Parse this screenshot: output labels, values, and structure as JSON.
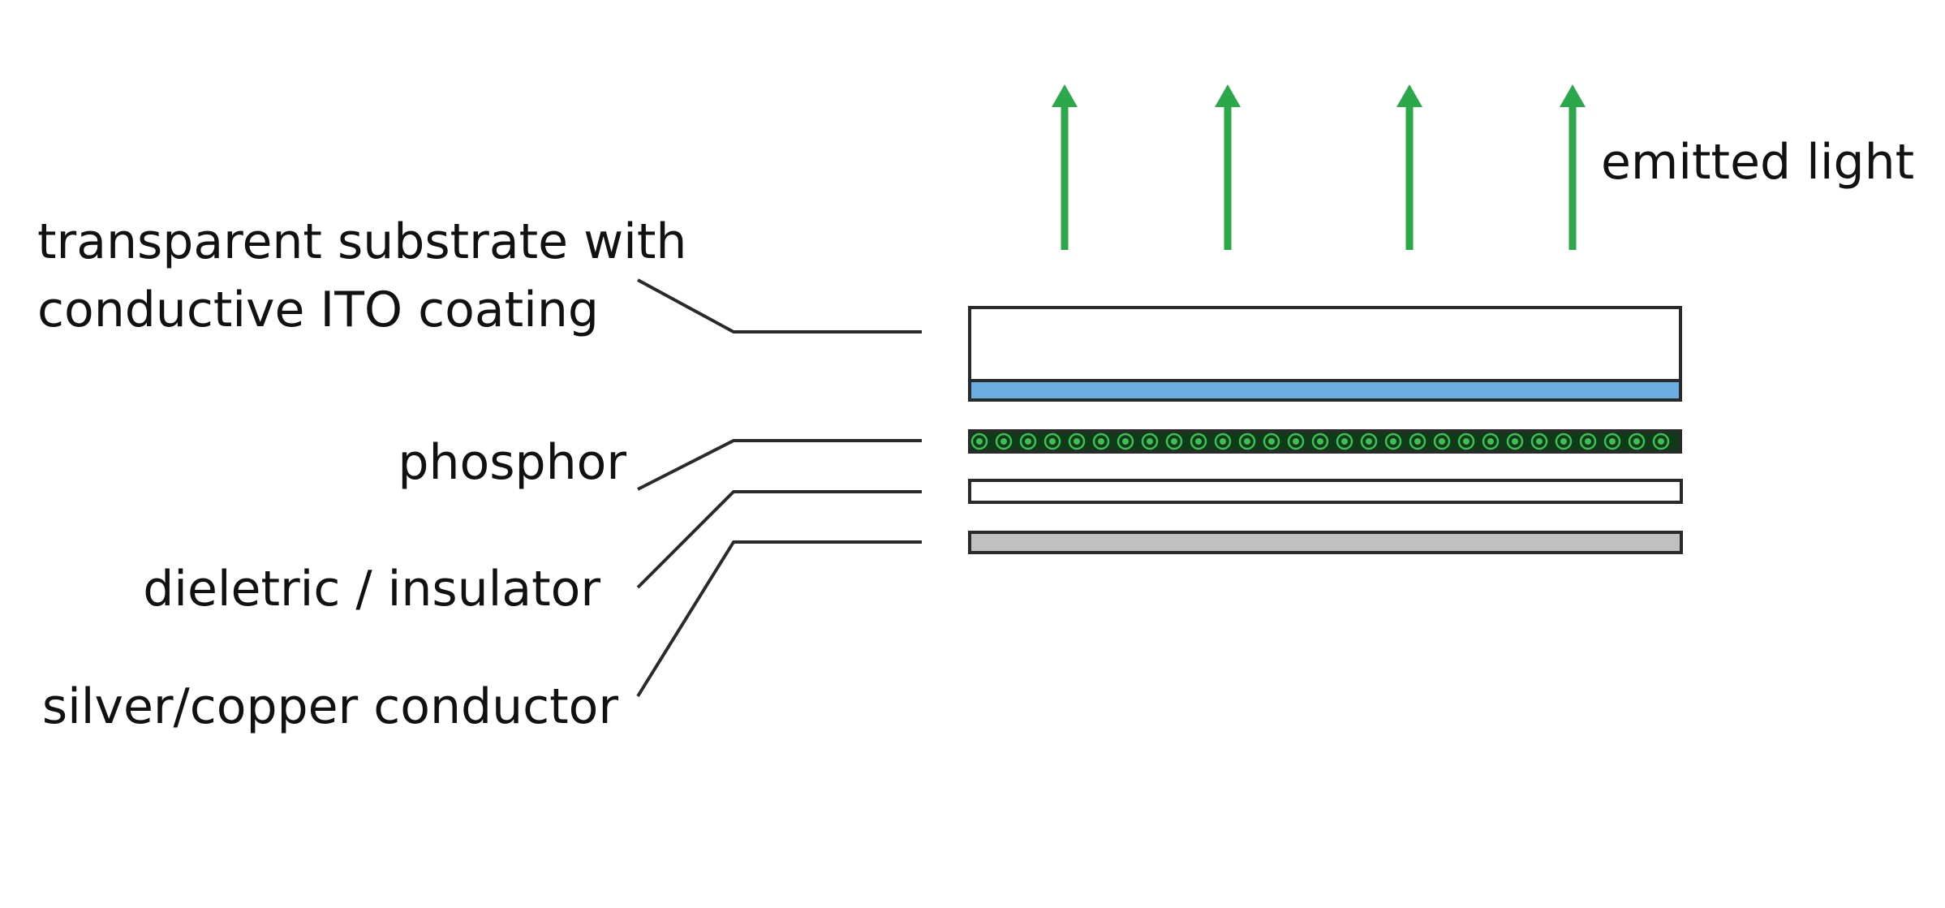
{
  "labels": {
    "emitted_light": "emitted light",
    "substrate_line1": "transparent substrate with",
    "substrate_line2": "conductive ITO coating",
    "phosphor": "phosphor",
    "dielectric": "dieletric / insulator",
    "conductor": "silver/copper conductor"
  },
  "colors": {
    "arrow": "#2aa84a",
    "ito_coating": "#6aaee2",
    "phosphor_base": "#0f3b1a",
    "phosphor_dot": "#3fbf52",
    "conductor": "#c0c0c0",
    "substrate": "#ffffff",
    "dielectric": "#ffffff"
  },
  "light_arrow_count": 4
}
